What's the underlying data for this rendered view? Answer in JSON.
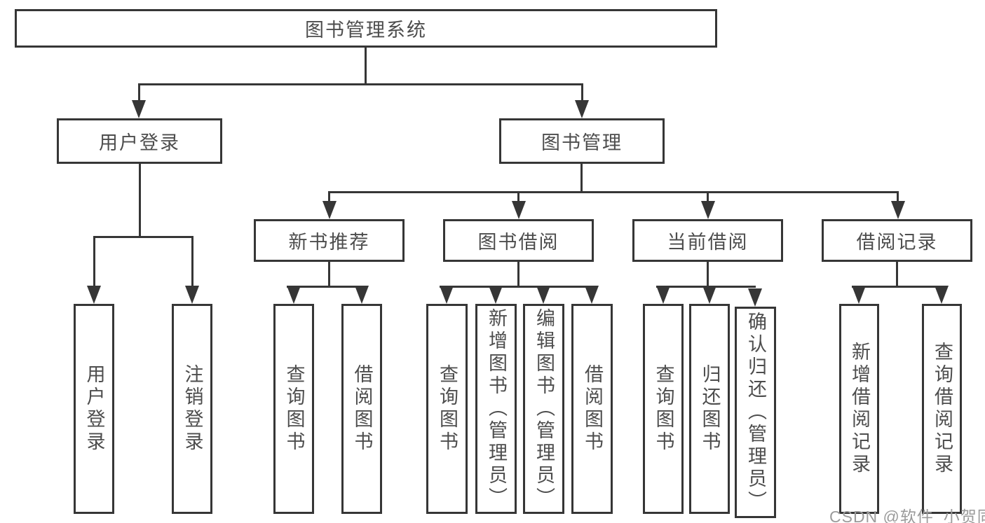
{
  "diagram": {
    "root": {
      "label": "图书管理系统"
    },
    "level2": [
      {
        "label": "用户登录"
      },
      {
        "label": "图书管理"
      }
    ],
    "level3": [
      {
        "label": "新书推荐"
      },
      {
        "label": "图书借阅"
      },
      {
        "label": "当前借阅"
      },
      {
        "label": "借阅记录"
      }
    ],
    "leaves": {
      "user_login": [
        {
          "label": "用户登录"
        },
        {
          "label": "注销登录"
        }
      ],
      "new_book": [
        {
          "label": "查询图书"
        },
        {
          "label": "借阅图书"
        }
      ],
      "book_borrow": [
        {
          "label": "查询图书"
        },
        {
          "label": "新增图书（管理员）"
        },
        {
          "label": "编辑图书（管理员）"
        },
        {
          "label": "借阅图书"
        }
      ],
      "current_borrow": [
        {
          "label": "查询图书"
        },
        {
          "label": "归还图书"
        },
        {
          "label": "确认归还（管理员）"
        }
      ],
      "borrow_record": [
        {
          "label": "新增借阅记录"
        },
        {
          "label": "查询借阅记录"
        }
      ]
    },
    "watermark": "CSDN @软件_小贺同学",
    "colors": {
      "line": "#363636",
      "text": "#4d4d4d",
      "background": "#ffffff",
      "watermark": "#9b9b9b"
    }
  }
}
